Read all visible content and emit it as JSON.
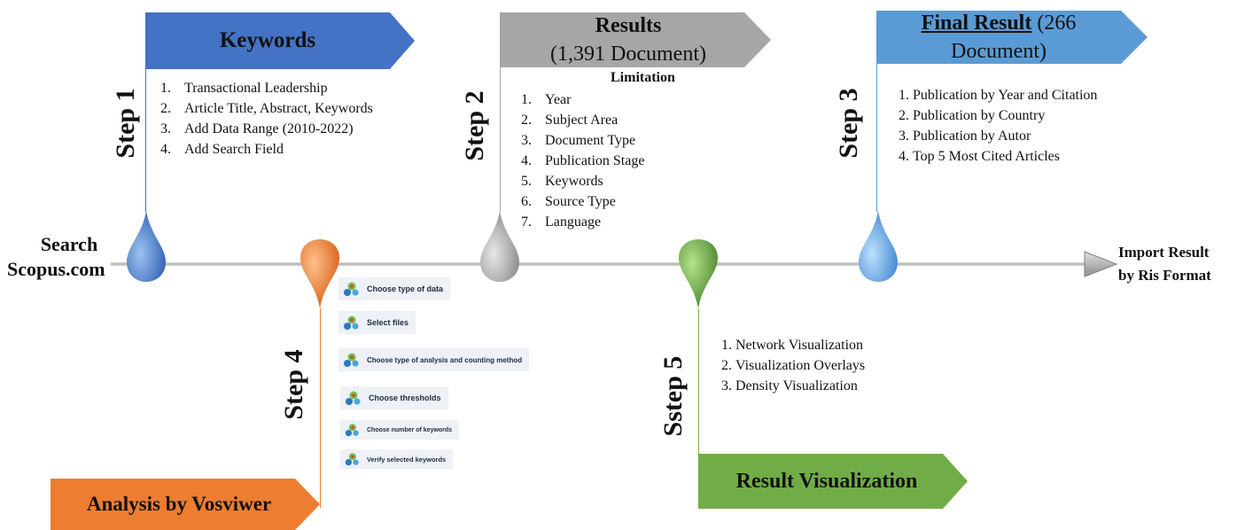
{
  "origin": {
    "label_line1": "Search",
    "label_line2": "Scopus.com"
  },
  "end": {
    "label_line1": "Import Result",
    "label_line2": "by Ris Format"
  },
  "step1": {
    "step_label": "Step 1",
    "banner": "Keywords",
    "items": [
      {
        "num": "1.",
        "text": "Transactional Leadership"
      },
      {
        "num": "2.",
        "text": "Article Title, Abstract, Keywords"
      },
      {
        "num": "3.",
        "text": "Add Data Range (2010-2022)"
      },
      {
        "num": "4.",
        "text": "Add Search Field"
      }
    ]
  },
  "step2": {
    "step_label": "Step 2",
    "banner_line1": "Results",
    "banner_line2": "(1,391 Document)",
    "subheading": "Limitation",
    "items": [
      {
        "num": "1.",
        "text": "Year"
      },
      {
        "num": "2.",
        "text": "Subject Area"
      },
      {
        "num": "3.",
        "text": "Document Type"
      },
      {
        "num": "4.",
        "text": "Publication Stage"
      },
      {
        "num": "5.",
        "text": "Keywords"
      },
      {
        "num": "6.",
        "text": "Source Type"
      },
      {
        "num": "7.",
        "text": "Language"
      }
    ]
  },
  "step3": {
    "step_label": "Step 3",
    "banner_bold": "Final Result",
    "banner_rest": " (266",
    "banner_line2": "Document)",
    "items": [
      {
        "num": "1.",
        "text": "Publication by Year and Citation"
      },
      {
        "num": "2.",
        "text": "Publication by Country"
      },
      {
        "num": "3.",
        "text": "Publication by Autor"
      },
      {
        "num": "4.",
        "text": "Top 5 Most Cited Articles"
      }
    ]
  },
  "step4": {
    "step_label": "Step 4",
    "banner": "Analysis by Vosviwer",
    "vos_items": [
      "Choose type of data",
      "Select files",
      "Choose type of analysis and counting method",
      "Choose thresholds",
      "Choose number of keywords",
      "Verify selected keywords"
    ]
  },
  "step5": {
    "step_label": "Sstep 5",
    "banner": "Result Visualization",
    "items": [
      {
        "num": "1.",
        "text": "Network Visualization"
      },
      {
        "num": "2.",
        "text": "Visualization Overlays"
      },
      {
        "num": "3.",
        "text": "Density Visualization"
      }
    ]
  },
  "colors": {
    "blue": "#4472c4",
    "gray": "#a6a6a6",
    "lightblue": "#5b9bd5",
    "orange": "#ed7d31",
    "green": "#70ad47",
    "timeline": "#c8c8c8"
  }
}
